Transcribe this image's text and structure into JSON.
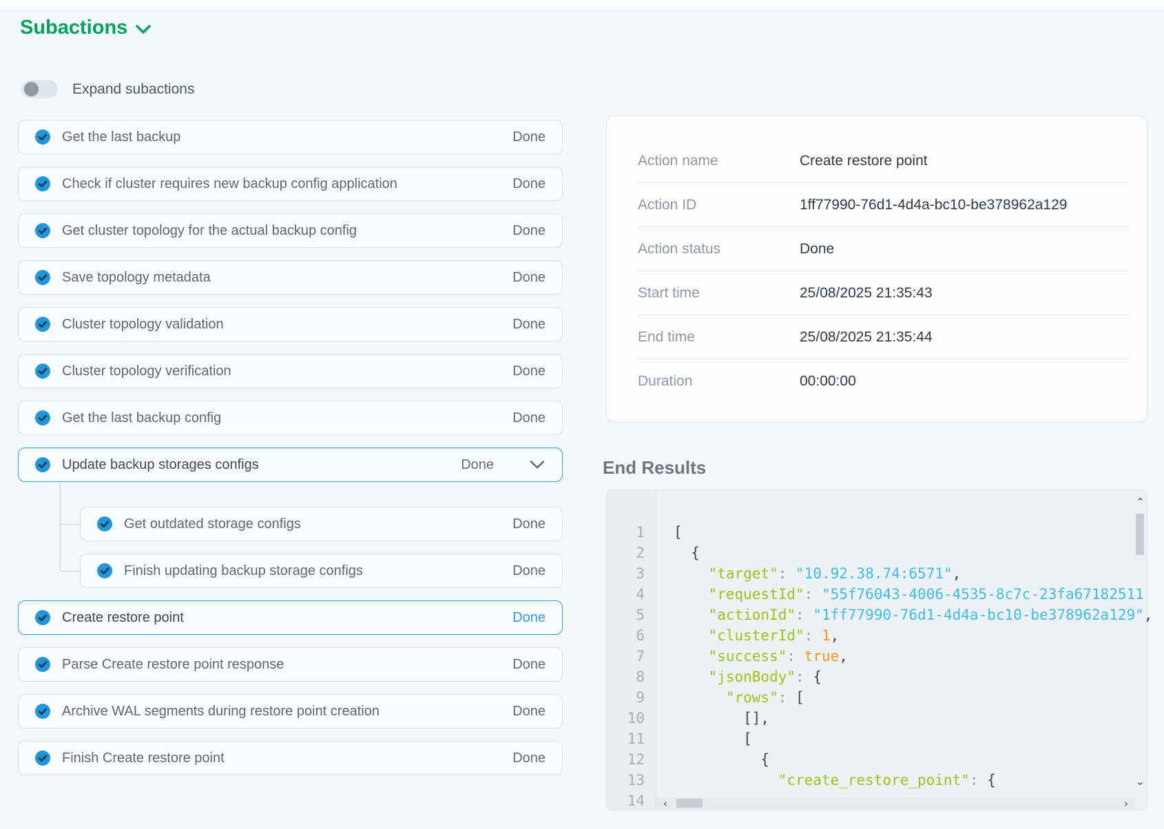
{
  "header": {
    "title": "Subactions"
  },
  "toggle": {
    "label": "Expand subactions"
  },
  "subactions": [
    {
      "label": "Get the last backup",
      "status": "Done"
    },
    {
      "label": "Check if cluster requires new backup config application",
      "status": "Done"
    },
    {
      "label": "Get cluster topology for the actual backup config",
      "status": "Done"
    },
    {
      "label": "Save topology metadata",
      "status": "Done"
    },
    {
      "label": "Cluster topology validation",
      "status": "Done"
    },
    {
      "label": "Cluster topology verification",
      "status": "Done"
    },
    {
      "label": "Get the last backup config",
      "status": "Done"
    },
    {
      "label": "Update backup storages configs",
      "status": "Done",
      "selected": true,
      "expandable": true,
      "children": [
        {
          "label": "Get outdated storage configs",
          "status": "Done"
        },
        {
          "label": "Finish updating backup storage configs",
          "status": "Done"
        }
      ]
    },
    {
      "label": "Create restore point",
      "status": "Done",
      "selected": true,
      "status_blue": true
    },
    {
      "label": "Parse Create restore point response",
      "status": "Done"
    },
    {
      "label": "Archive WAL segments during restore point creation",
      "status": "Done"
    },
    {
      "label": "Finish Create restore point",
      "status": "Done"
    }
  ],
  "details": {
    "rows": [
      {
        "label": "Action name",
        "value": "Create restore point"
      },
      {
        "label": "Action ID",
        "value": "1ff77990-76d1-4d4a-bc10-be378962a129"
      },
      {
        "label": "Action status",
        "value": "Done"
      },
      {
        "label": "Start time",
        "value": "25/08/2025 21:35:43"
      },
      {
        "label": "End time",
        "value": "25/08/2025 21:35:44"
      },
      {
        "label": "Duration",
        "value": "00:00:00"
      }
    ]
  },
  "end_results": {
    "title": "End Results",
    "code_lines": [
      {
        "n": "1",
        "tokens": [
          [
            "pln",
            "["
          ]
        ]
      },
      {
        "n": "2",
        "tokens": [
          [
            "pln",
            "  {"
          ]
        ]
      },
      {
        "n": "3",
        "tokens": [
          [
            "pln",
            "    "
          ],
          [
            "key",
            "\"target\""
          ],
          [
            "pun",
            ":"
          ],
          [
            "pln",
            " "
          ],
          [
            "str",
            "\"10.92.38.74:6571\""
          ],
          [
            "pln",
            ","
          ]
        ]
      },
      {
        "n": "4",
        "tokens": [
          [
            "pln",
            "    "
          ],
          [
            "key",
            "\"requestId\""
          ],
          [
            "pun",
            ":"
          ],
          [
            "pln",
            " "
          ],
          [
            "str",
            "\"55f76043-4006-4535-8c7c-23fa67182511"
          ]
        ]
      },
      {
        "n": "5",
        "tokens": [
          [
            "pln",
            "    "
          ],
          [
            "key",
            "\"actionId\""
          ],
          [
            "pun",
            ":"
          ],
          [
            "pln",
            " "
          ],
          [
            "str",
            "\"1ff77990-76d1-4d4a-bc10-be378962a129\""
          ],
          [
            "pln",
            ","
          ]
        ]
      },
      {
        "n": "6",
        "tokens": [
          [
            "pln",
            "    "
          ],
          [
            "key",
            "\"clusterId\""
          ],
          [
            "pun",
            ":"
          ],
          [
            "pln",
            " "
          ],
          [
            "num",
            "1"
          ],
          [
            "pln",
            ","
          ]
        ]
      },
      {
        "n": "7",
        "tokens": [
          [
            "pln",
            "    "
          ],
          [
            "key",
            "\"success\""
          ],
          [
            "pun",
            ":"
          ],
          [
            "pln",
            " "
          ],
          [
            "num",
            "true"
          ],
          [
            "pln",
            ","
          ]
        ]
      },
      {
        "n": "8",
        "tokens": [
          [
            "pln",
            "    "
          ],
          [
            "key",
            "\"jsonBody\""
          ],
          [
            "pun",
            ":"
          ],
          [
            "pln",
            " "
          ],
          [
            "pln",
            "{"
          ]
        ]
      },
      {
        "n": "9",
        "tokens": [
          [
            "pln",
            "      "
          ],
          [
            "key",
            "\"rows\""
          ],
          [
            "pun",
            ":"
          ],
          [
            "pln",
            " "
          ],
          [
            "pln",
            "["
          ]
        ]
      },
      {
        "n": "10",
        "tokens": [
          [
            "pln",
            "        [],"
          ]
        ]
      },
      {
        "n": "11",
        "tokens": [
          [
            "pln",
            "        ["
          ]
        ]
      },
      {
        "n": "12",
        "tokens": [
          [
            "pln",
            "          {"
          ]
        ]
      },
      {
        "n": "13",
        "tokens": [
          [
            "pln",
            "            "
          ],
          [
            "key",
            "\"create_restore_point\""
          ],
          [
            "pun",
            ":"
          ],
          [
            "pln",
            " "
          ],
          [
            "pln",
            "{"
          ]
        ]
      },
      {
        "n": "14",
        "tokens": []
      }
    ]
  },
  "colors": {
    "accent_green": "#00a15f",
    "check_blue": "#2196db",
    "selected_border_blue": "#2f9fe2",
    "done_blue": "#2e9de4",
    "syntax_key": "#97c31e",
    "syntax_string": "#3cbde4",
    "syntax_number": "#f2991c",
    "syntax_colon": "#a18cc9"
  }
}
